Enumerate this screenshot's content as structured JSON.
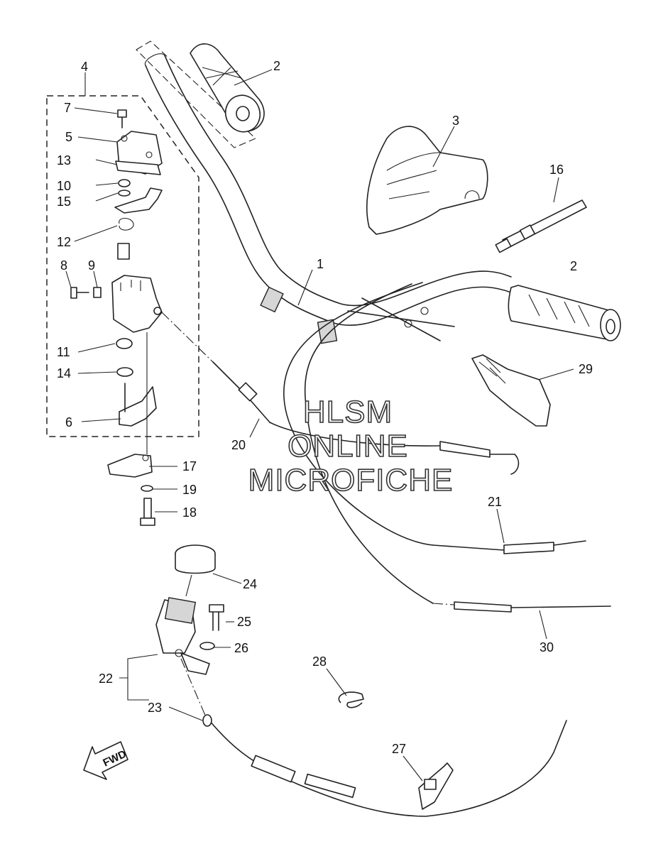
{
  "callouts": [
    {
      "id": "1",
      "text": "1"
    },
    {
      "id": "2a",
      "text": "2"
    },
    {
      "id": "2b",
      "text": "2"
    },
    {
      "id": "3",
      "text": "3"
    },
    {
      "id": "4",
      "text": "4"
    },
    {
      "id": "5",
      "text": "5"
    },
    {
      "id": "6",
      "text": "6"
    },
    {
      "id": "7",
      "text": "7"
    },
    {
      "id": "8",
      "text": "8"
    },
    {
      "id": "9",
      "text": "9"
    },
    {
      "id": "10",
      "text": "10"
    },
    {
      "id": "11",
      "text": "11"
    },
    {
      "id": "12",
      "text": "12"
    },
    {
      "id": "13",
      "text": "13"
    },
    {
      "id": "14",
      "text": "14"
    },
    {
      "id": "15",
      "text": "15"
    },
    {
      "id": "16",
      "text": "16"
    },
    {
      "id": "17",
      "text": "17"
    },
    {
      "id": "18",
      "text": "18"
    },
    {
      "id": "19",
      "text": "19"
    },
    {
      "id": "20",
      "text": "20"
    },
    {
      "id": "21",
      "text": "21"
    },
    {
      "id": "22",
      "text": "22"
    },
    {
      "id": "23",
      "text": "23"
    },
    {
      "id": "24",
      "text": "24"
    },
    {
      "id": "25",
      "text": "25"
    },
    {
      "id": "26",
      "text": "26"
    },
    {
      "id": "27",
      "text": "27"
    },
    {
      "id": "28",
      "text": "28"
    },
    {
      "id": "29",
      "text": "29"
    },
    {
      "id": "30",
      "text": "30"
    }
  ],
  "watermark": {
    "line1": "HLSM",
    "line2": "ONLINE",
    "line3": "MICROFICHE"
  },
  "direction_arrow": {
    "label": "FWD"
  }
}
